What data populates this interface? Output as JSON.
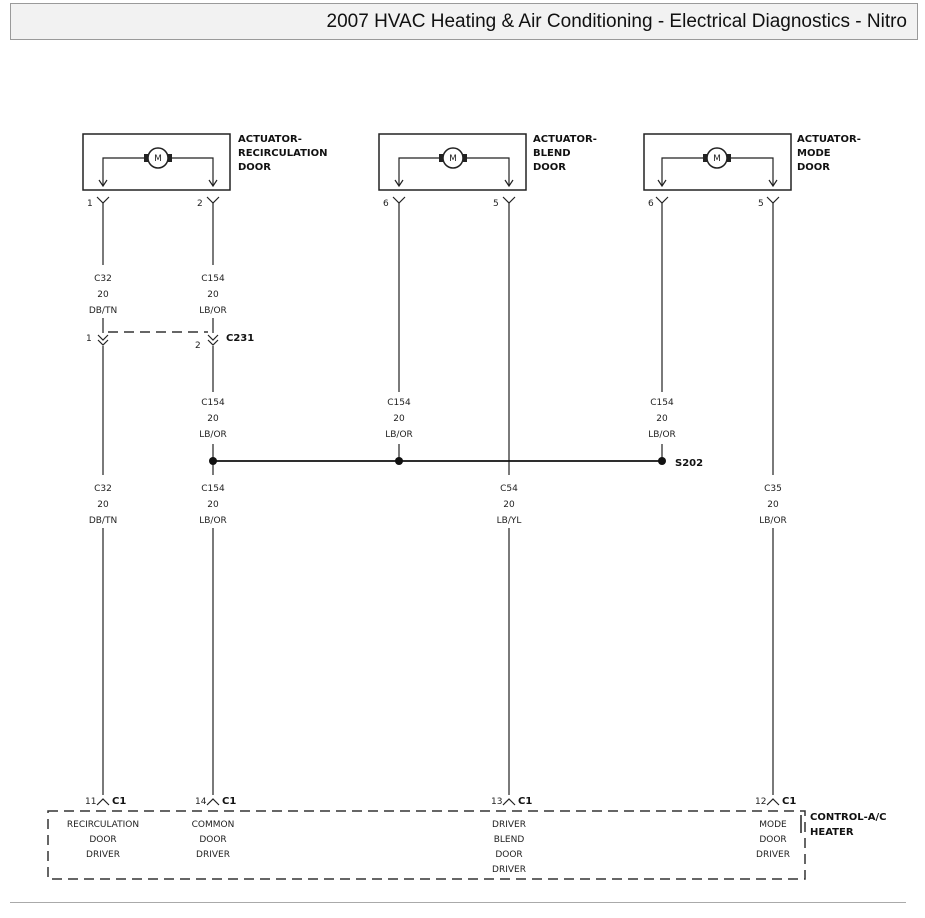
{
  "header": {
    "title": "2007 HVAC Heating & Air Conditioning - Electrical Diagnostics - Nitro"
  },
  "actuators": [
    {
      "id": "recirc",
      "lines": [
        "ACTUATOR-",
        "RECIRCULATION",
        "DOOR"
      ],
      "pin_left": "1",
      "pin_right": "2",
      "motor": "M"
    },
    {
      "id": "blend",
      "lines": [
        "ACTUATOR-",
        "BLEND",
        "DOOR"
      ],
      "pin_left": "6",
      "pin_right": "5",
      "motor": "M"
    },
    {
      "id": "mode",
      "lines": [
        "ACTUATOR-",
        "MODE",
        "DOOR"
      ],
      "pin_left": "6",
      "pin_right": "5",
      "motor": "M"
    }
  ],
  "wires": {
    "w_c32_upper": [
      "C32",
      "20",
      "DB/TN"
    ],
    "w_c154_upper": [
      "C154",
      "20",
      "LB/OR"
    ],
    "w_c154_mid1": [
      "C154",
      "20",
      "LB/OR"
    ],
    "w_c154_mid2": [
      "C154",
      "20",
      "LB/OR"
    ],
    "w_c154_mid3": [
      "C154",
      "20",
      "LB/OR"
    ],
    "w_c32_lower": [
      "C32",
      "20",
      "DB/TN"
    ],
    "w_c154_lower": [
      "C154",
      "20",
      "LB/OR"
    ],
    "w_c54": [
      "C54",
      "20",
      "LB/YL"
    ],
    "w_c35": [
      "C35",
      "20",
      "LB/OR"
    ]
  },
  "connectors": {
    "c231": {
      "name": "C231",
      "pin_left": "1",
      "pin_right": "2"
    },
    "s202": {
      "name": "S202"
    }
  },
  "module": {
    "lines": [
      "CONTROL-A/C",
      "HEATER"
    ],
    "connector": "C1",
    "pins": [
      {
        "pin": "11",
        "lines": [
          "RECIRCULATION",
          "DOOR",
          "DRIVER"
        ]
      },
      {
        "pin": "14",
        "lines": [
          "COMMON",
          "DOOR",
          "DRIVER"
        ]
      },
      {
        "pin": "13",
        "lines": [
          "DRIVER",
          "BLEND",
          "DOOR",
          "DRIVER"
        ]
      },
      {
        "pin": "12",
        "lines": [
          "MODE",
          "DOOR",
          "DRIVER"
        ]
      }
    ]
  }
}
